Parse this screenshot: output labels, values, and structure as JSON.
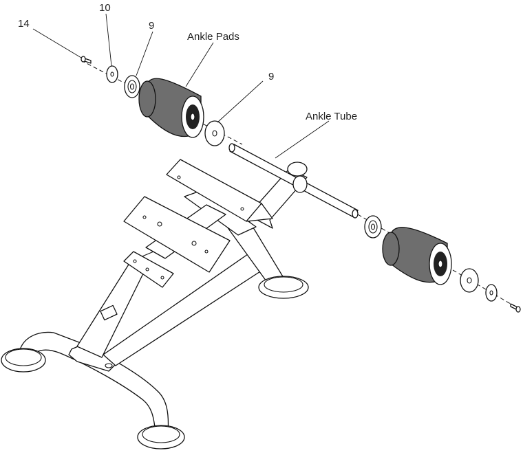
{
  "callouts": {
    "part_14": "14",
    "part_10": "10",
    "part_9_top": "9",
    "part_9_mid": "9",
    "ankle_pads": "Ankle Pads",
    "ankle_tube": "Ankle Tube"
  },
  "colors": {
    "line": "#111111",
    "pad_fill": "#6e6e6e",
    "background": "#ffffff"
  }
}
